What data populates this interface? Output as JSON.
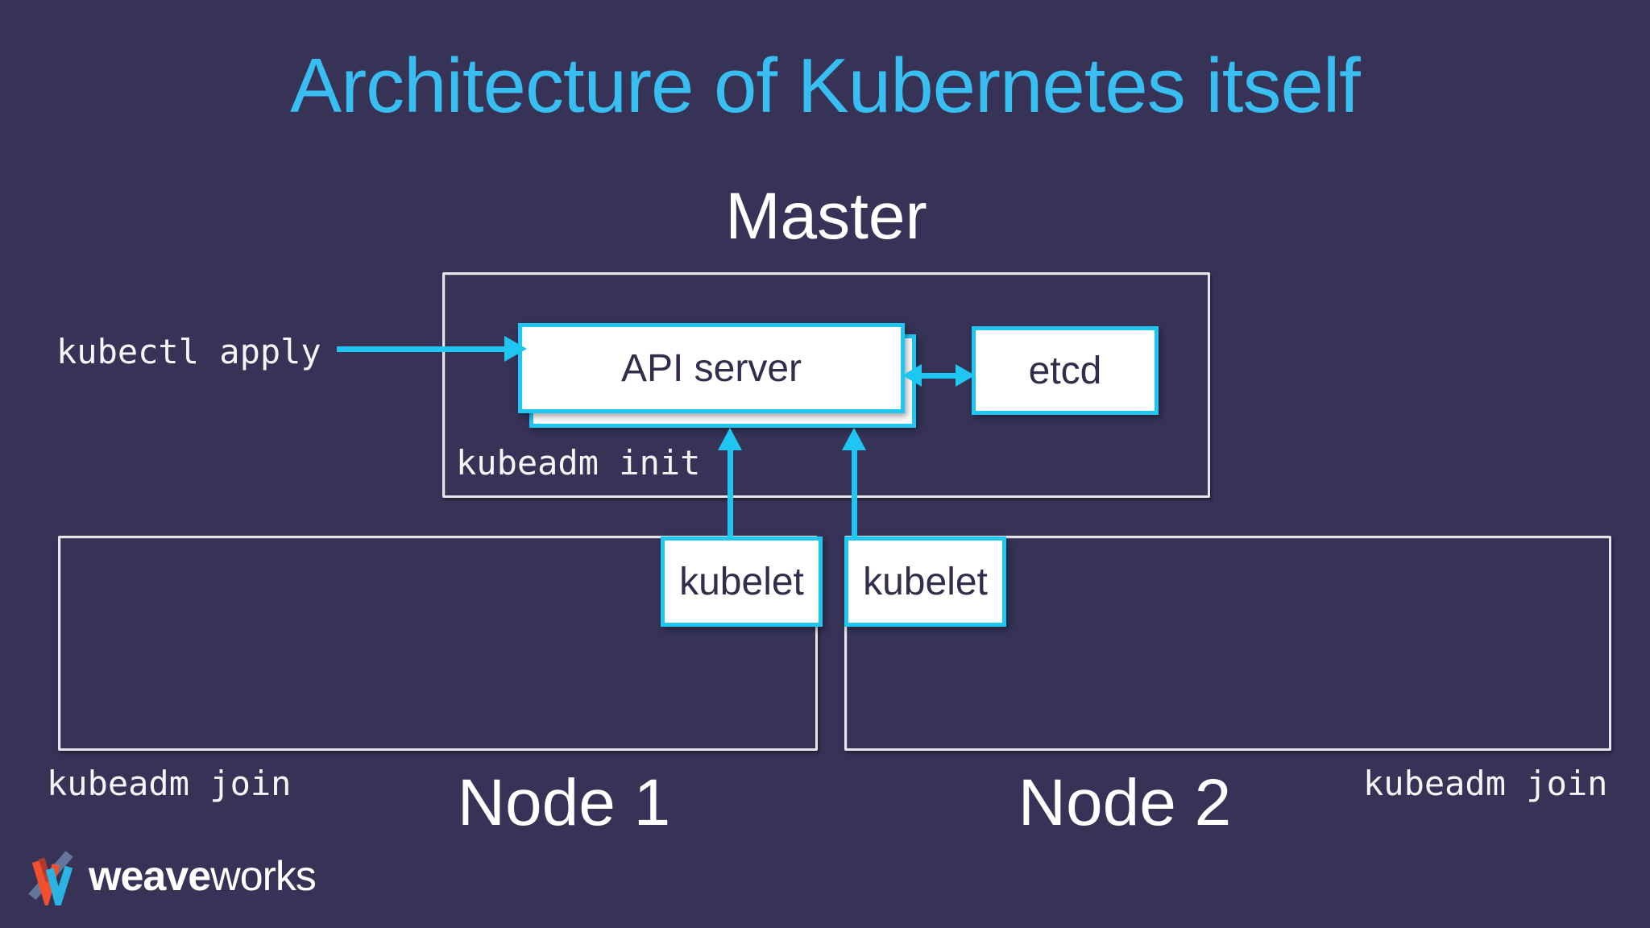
{
  "slide": {
    "title": "Architecture of Kubernetes itself"
  },
  "labels": {
    "master": "Master",
    "kubectl_apply": "kubectl apply",
    "kubeadm_init": "kubeadm init",
    "kubeadm_join_left": "kubeadm join",
    "kubeadm_join_right": "kubeadm join",
    "node1": "Node 1",
    "node2": "Node 2"
  },
  "boxes": {
    "api_server": "API server",
    "etcd": "etcd",
    "kubelet_node1": "kubelet",
    "kubelet_node2": "kubelet"
  },
  "footer": {
    "brand_bold": "weave",
    "brand_light": "works"
  },
  "icons": {
    "weaveworks_logo": "weaveworks-logo-icon",
    "arrow_right": "arrowhead-right-icon",
    "arrow_up": "arrowhead-up-icon",
    "arrow_double_horizontal": "double-arrow-icon"
  },
  "colors": {
    "background": "#363357",
    "accent_cyan": "#1FC6F1",
    "title": "#38BEF0",
    "box_text": "#2F2F4B",
    "sketch_border": "#E6E6EB",
    "logo_orange": "#F0502E",
    "logo_slate": "#64779B",
    "logo_cyan": "#2BB3E2",
    "logo_red": "#C43B2A"
  }
}
